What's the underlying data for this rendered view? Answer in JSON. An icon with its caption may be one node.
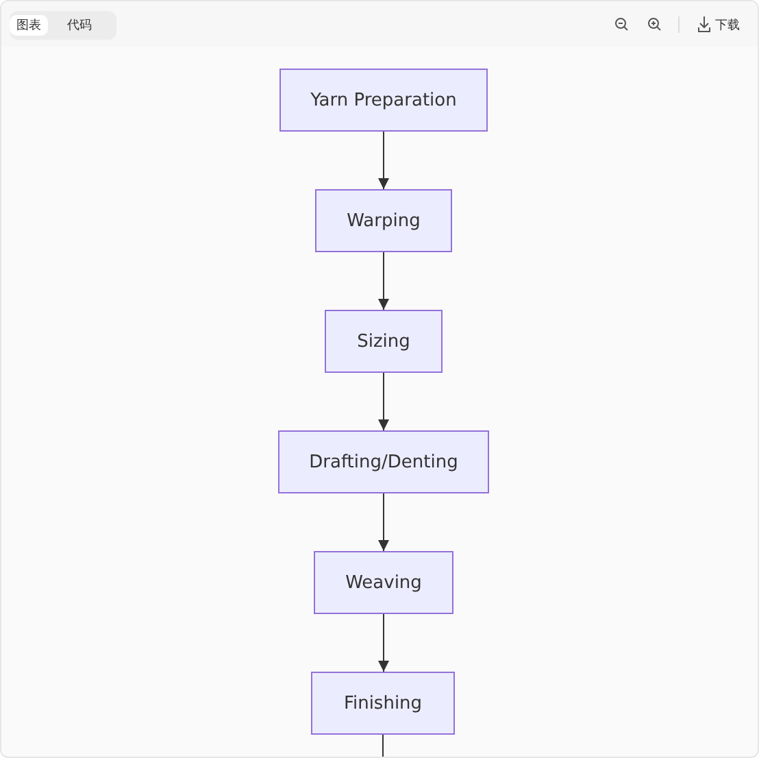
{
  "diagram": {
    "nodes": [
      {
        "text": [
          "Yarn Preparation"
        ]
      },
      {
        "text": [
          "Warping"
        ]
      },
      {
        "text": [
          "Sizing"
        ]
      },
      {
        "text": [
          "Drafting/Denting"
        ]
      },
      {
        "text": [
          "Weaving"
        ]
      },
      {
        "text": [
          "Finishing"
        ]
      }
    ],
    "edges": [
      {
        "from": 0,
        "to": 1,
        "arrow": "to"
      },
      {
        "from": 1,
        "to": 2,
        "arrow": "to"
      },
      {
        "from": 2,
        "to": 3,
        "arrow": "to"
      },
      {
        "from": 3,
        "to": 4,
        "arrow": "to"
      },
      {
        "from": 4,
        "to": 5,
        "arrow": "to"
      },
      {
        "from": 5,
        "to": null,
        "arrow": "none"
      }
    ],
    "labels": [
      "图表",
      "代码",
      "下载"
    ]
  }
}
